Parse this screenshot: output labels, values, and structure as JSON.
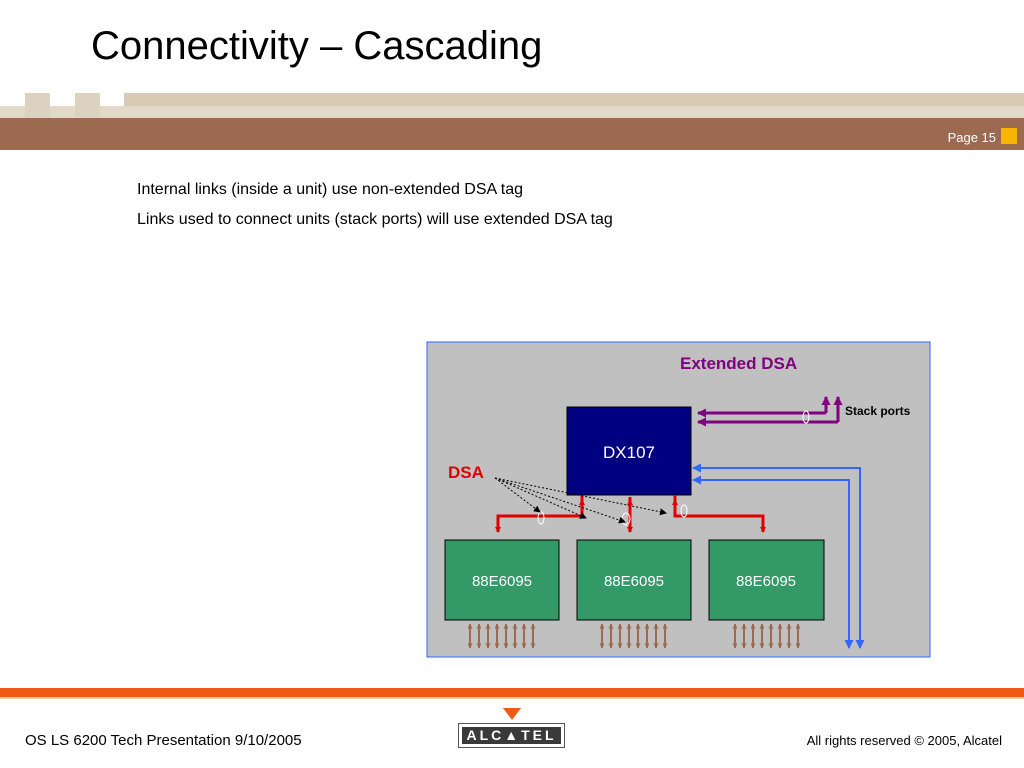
{
  "slide": {
    "title": "Connectivity – Cascading",
    "page": "Page 15",
    "bullets": [
      "Internal links (inside a unit) use non-extended DSA tag",
      "Links used to connect units (stack ports) will use extended DSA tag"
    ]
  },
  "diagram": {
    "extended_label": "Extended DSA",
    "stack_label": "Stack ports",
    "dsa_label": "DSA",
    "master_chip": "DX107",
    "chips": [
      "88E6095",
      "88E6095",
      "88E6095"
    ]
  },
  "footer": {
    "left": "OS LS 6200 Tech Presentation 9/10/2005",
    "right": "All rights reserved © 2005, Alcatel",
    "logo": "ALC▲TEL"
  },
  "colors": {
    "header_brown": "#9b6a50",
    "accent_orange": "#f05a14",
    "dsa_red": "#e00000",
    "extended_purple": "#800080",
    "link_blue": "#3366ff",
    "master_navy": "#000080",
    "chip_green": "#339966"
  }
}
